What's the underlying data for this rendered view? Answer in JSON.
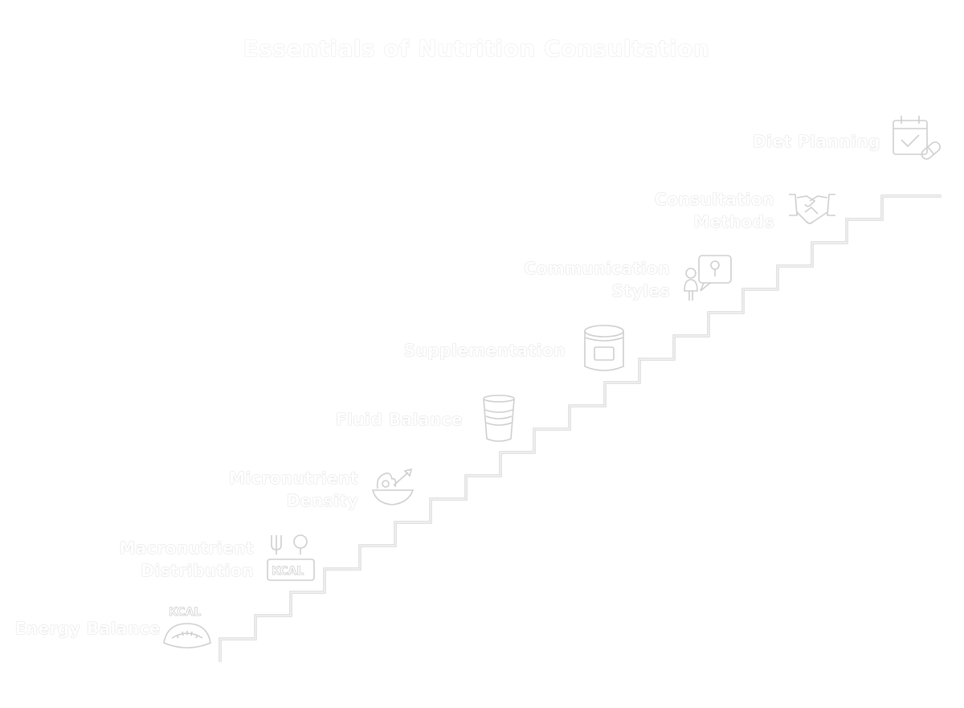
{
  "title": "Essentials of Nutrition Consultation",
  "steps": [
    {
      "lines": [
        "Energy Balance"
      ],
      "icon": "scale-kcal-icon",
      "icon_text": "KCAL"
    },
    {
      "lines": [
        "Macronutrient",
        "Distribution"
      ],
      "icon": "fork-kcal-icon",
      "icon_text": "KCAL"
    },
    {
      "lines": [
        "Micronutrient",
        "Density"
      ],
      "icon": "salad-bowl-icon"
    },
    {
      "lines": [
        "Fluid Balance"
      ],
      "icon": "water-glass-icon"
    },
    {
      "lines": [
        "Supplementation"
      ],
      "icon": "supplement-jar-icon"
    },
    {
      "lines": [
        "Communication",
        "Styles"
      ],
      "icon": "person-speech-icon"
    },
    {
      "lines": [
        "Consultation",
        "Methods"
      ],
      "icon": "handshake-icon"
    },
    {
      "lines": [
        "Diet Planning"
      ],
      "icon": "calendar-pill-icon"
    }
  ]
}
